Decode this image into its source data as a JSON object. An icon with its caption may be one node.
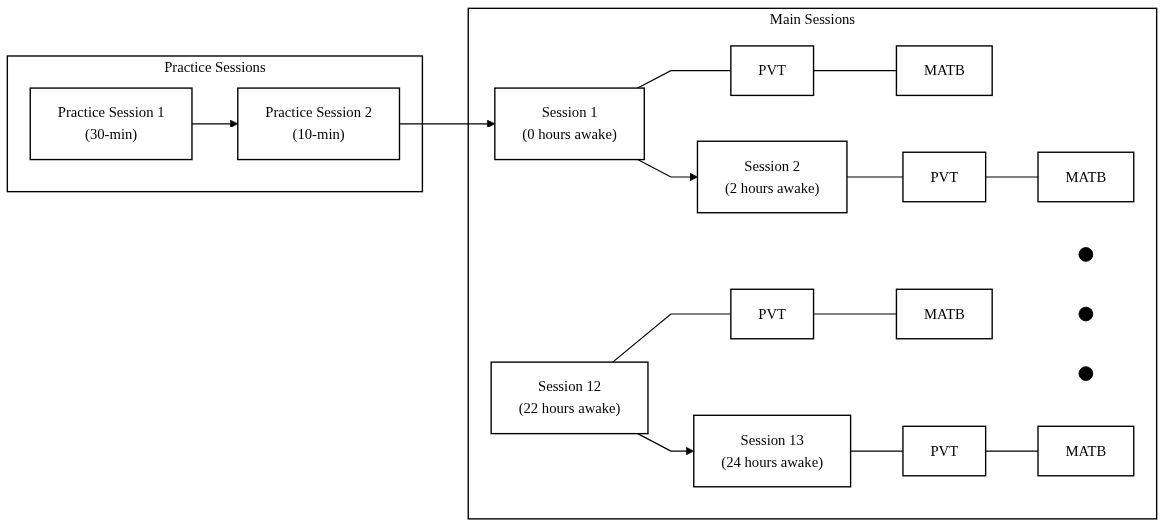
{
  "diagram": {
    "nodes": [
      {
        "text": [
          "Practice Sessions"
        ]
      },
      {
        "text": [
          "Practice Session 1",
          "(30-min)"
        ],
        "in": 0
      },
      {
        "text": [
          "Practice Session 2",
          "(10-min)"
        ],
        "in": 0
      },
      {
        "text": [
          "Main Sessions"
        ]
      },
      {
        "text": [
          "Session 1",
          "(0 hours awake)"
        ],
        "in": 3
      },
      {
        "text": [
          "PVT"
        ],
        "in": 3
      },
      {
        "text": [
          "MATB"
        ],
        "in": 3
      },
      {
        "text": [
          "Session 2",
          "(2 hours awake)"
        ],
        "in": 3
      },
      {
        "text": [
          "PVT"
        ],
        "in": 3
      },
      {
        "text": [
          "MATB"
        ],
        "in": 3
      },
      {
        "text": [],
        "shape": "circle",
        "in": 3
      },
      {
        "text": [],
        "shape": "circle",
        "in": 3
      },
      {
        "text": [],
        "shape": "circle",
        "in": 3
      },
      {
        "text": [
          "Session 12",
          "(22 hours awake)"
        ],
        "in": 3
      },
      {
        "text": [
          "PVT"
        ],
        "in": 3
      },
      {
        "text": [
          "MATB"
        ],
        "in": 3
      },
      {
        "text": [
          "Session 13",
          "(24 hours awake)"
        ],
        "in": 3
      },
      {
        "text": [
          "PVT"
        ],
        "in": 3
      },
      {
        "text": [
          "MATB"
        ],
        "in": 3
      }
    ],
    "edges": [
      {
        "from": 1,
        "to": 2,
        "arrow": "to"
      },
      {
        "from": 2,
        "to": 4,
        "arrow": "to"
      },
      {
        "from": 4,
        "to": 5,
        "arrow": "none"
      },
      {
        "from": 5,
        "to": 6,
        "arrow": "none"
      },
      {
        "from": 4,
        "to": 7,
        "arrow": "to"
      },
      {
        "from": 7,
        "to": 8,
        "arrow": "none"
      },
      {
        "from": 8,
        "to": 9,
        "arrow": "none"
      },
      {
        "from": 13,
        "to": 14,
        "arrow": "none"
      },
      {
        "from": 14,
        "to": 15,
        "arrow": "none"
      },
      {
        "from": 13,
        "to": 16,
        "arrow": "to"
      },
      {
        "from": 16,
        "to": 17,
        "arrow": "none"
      },
      {
        "from": 17,
        "to": 18,
        "arrow": "none"
      }
    ]
  }
}
